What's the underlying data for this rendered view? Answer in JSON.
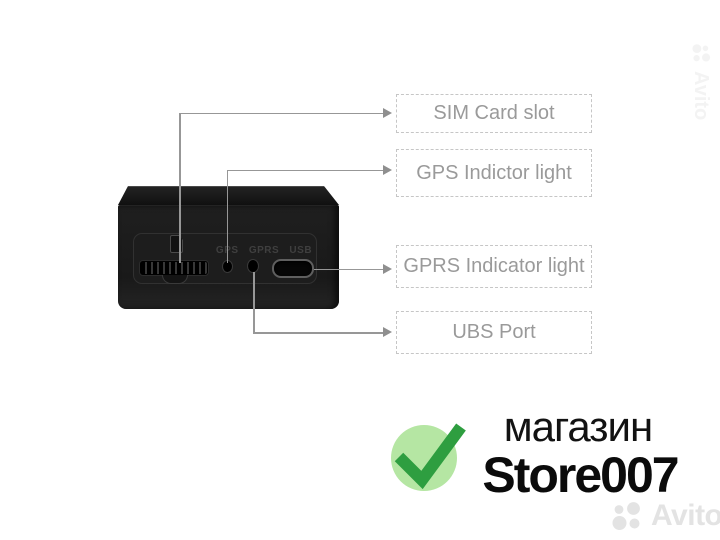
{
  "device": {
    "embossed_label": "GPS GPRS USB"
  },
  "callouts": {
    "sim": {
      "label": "SIM Card slot"
    },
    "gps": {
      "label": "GPS Indictor light"
    },
    "gprs": {
      "label": "GPRS Indicator light"
    },
    "usb": {
      "label": "UBS Port"
    }
  },
  "branding": {
    "store_type_ru": "магазин",
    "store_name": "Store007"
  },
  "watermark": {
    "brand": "Avito"
  },
  "colors": {
    "accent_green": "#2e9e40",
    "accent_green_light": "#b5e6a3",
    "callout_text": "#9a9a9a",
    "callout_border": "#c6c6c6",
    "line_gray": "#8f8f8f",
    "device_black": "#1b1b1b",
    "watermark_gray": "#e3e3e3"
  }
}
